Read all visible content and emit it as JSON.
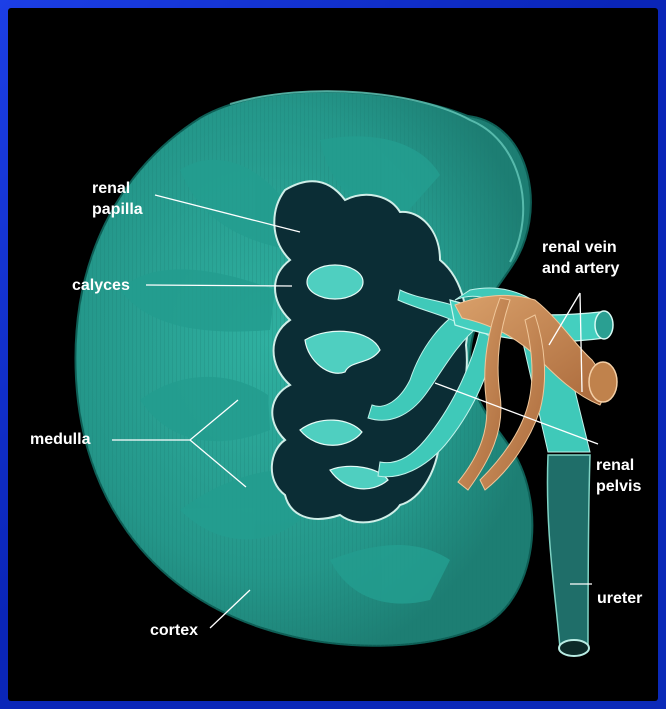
{
  "labels": {
    "renal_papilla": "renal\npapilla",
    "calyces": "calyces",
    "medulla": "medulla",
    "cortex": "cortex",
    "renal_vein_artery": "renal vein\nand artery",
    "renal_pelvis": "renal\npelvis",
    "ureter": "ureter"
  },
  "colors": {
    "frame": "#0c2fd0",
    "panel": "#000000",
    "kidney": "#2a9f90",
    "vessel_vein": "#3fc9b9",
    "vessel_artery": "#c98a52"
  }
}
